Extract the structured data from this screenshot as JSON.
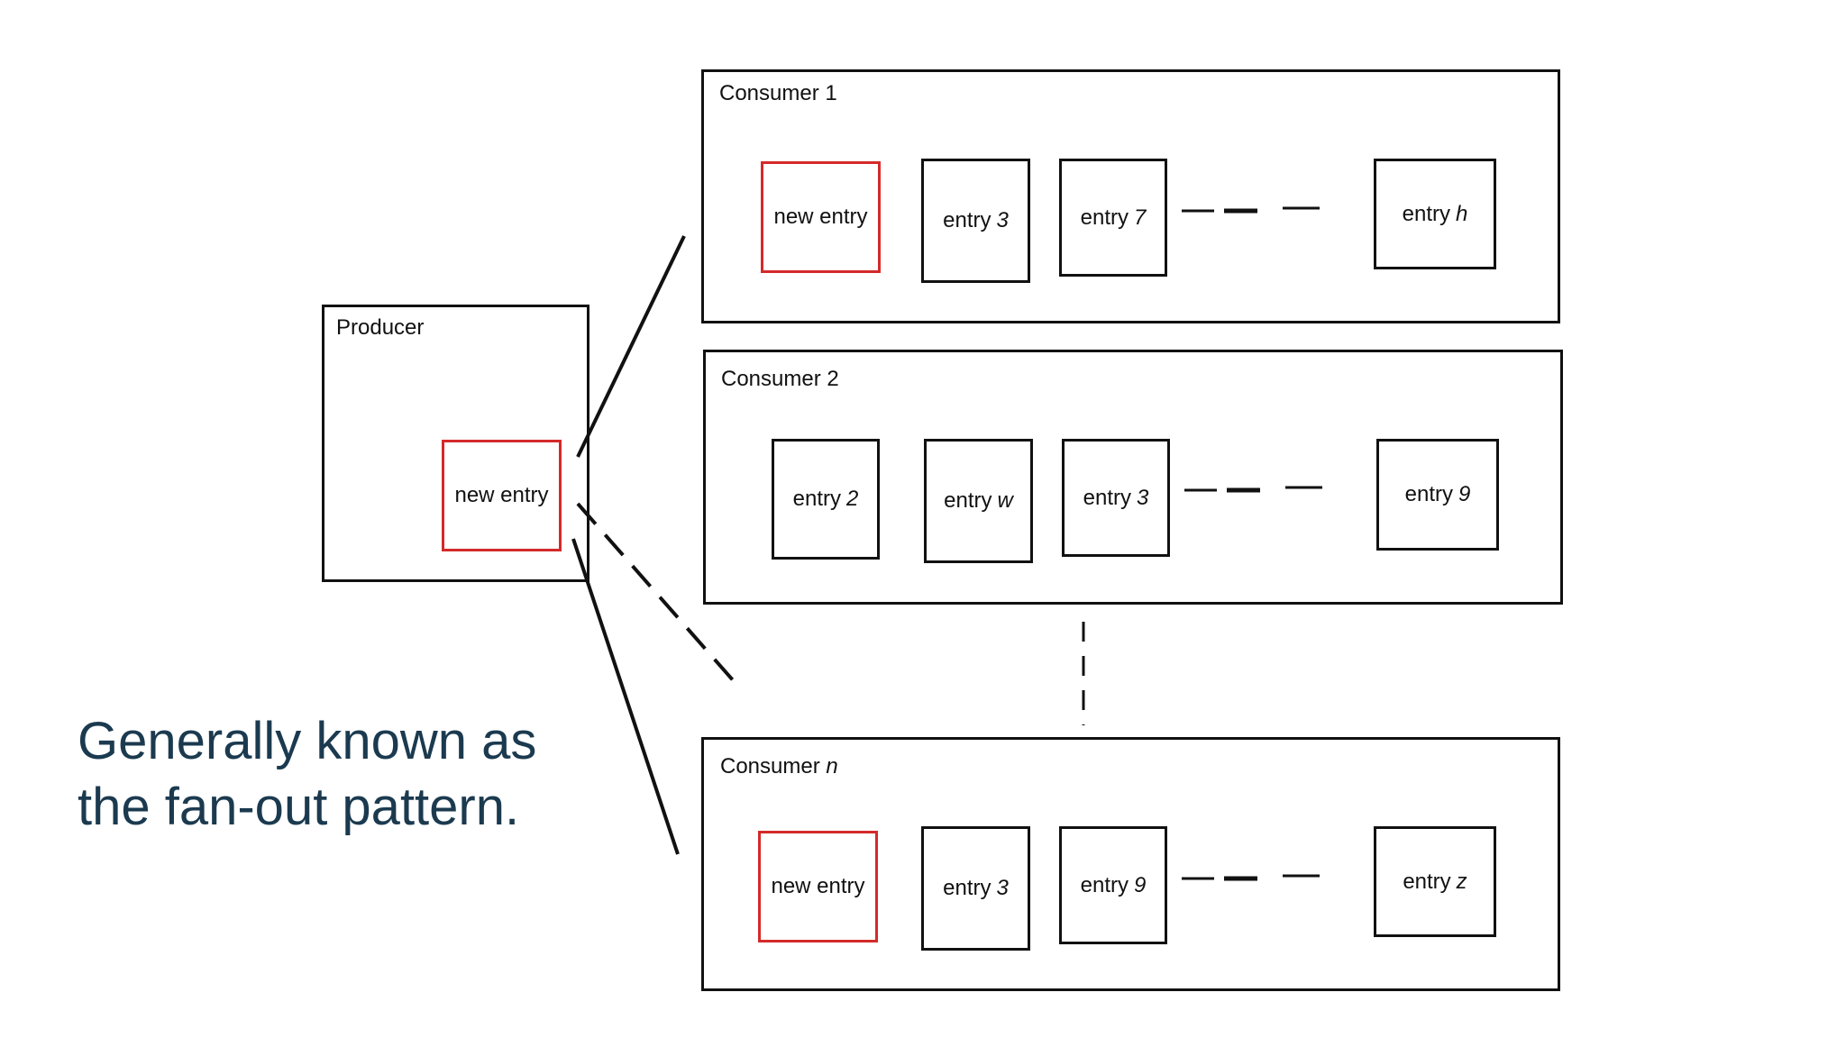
{
  "producer": {
    "label": "Producer",
    "entry": "new entry"
  },
  "consumers": [
    {
      "label": "Consumer 1",
      "label_suffix": "",
      "entries": [
        {
          "text": "new entry",
          "suffix": "",
          "highlight": true
        },
        {
          "text": "entry",
          "suffix": "3",
          "highlight": false
        },
        {
          "text": "entry",
          "suffix": "7",
          "highlight": false
        },
        {
          "text": "entry",
          "suffix": "h",
          "highlight": false
        }
      ]
    },
    {
      "label": "Consumer 2",
      "label_suffix": "",
      "entries": [
        {
          "text": "entry",
          "suffix": "2",
          "highlight": false
        },
        {
          "text": "entry",
          "suffix": "w",
          "highlight": false
        },
        {
          "text": "entry",
          "suffix": "3",
          "highlight": false
        },
        {
          "text": "entry",
          "suffix": "9",
          "highlight": false
        }
      ]
    },
    {
      "label": "Consumer",
      "label_suffix": "n",
      "entries": [
        {
          "text": "new entry",
          "suffix": "",
          "highlight": true
        },
        {
          "text": "entry",
          "suffix": "3",
          "highlight": false
        },
        {
          "text": "entry",
          "suffix": "9",
          "highlight": false
        },
        {
          "text": "entry",
          "suffix": "z",
          "highlight": false
        }
      ]
    }
  ],
  "caption": "Generally known as the fan-out pattern.",
  "colors": {
    "highlight": "#d42a2a",
    "caption": "#1b3a4f",
    "stroke": "#111111"
  }
}
